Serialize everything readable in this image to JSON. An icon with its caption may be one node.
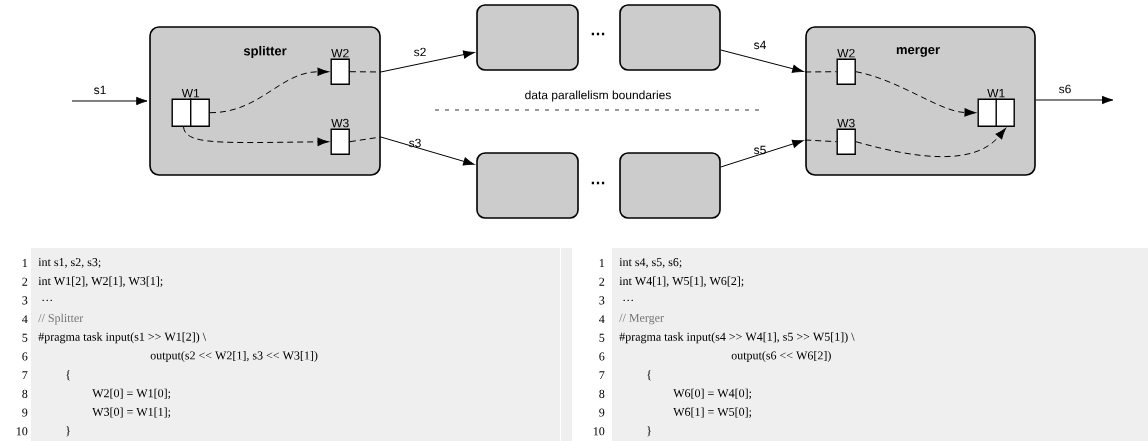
{
  "diagram": {
    "nodes": [
      {
        "text": [
          "splitter"
        ]
      },
      {
        "text": [
          "W1"
        ],
        "in": 0
      },
      {
        "text": [
          "W2"
        ],
        "in": 0
      },
      {
        "text": [
          "W3"
        ],
        "in": 0
      },
      {
        "text": [],
        "shape": "box"
      },
      {
        "text": [],
        "shape": "box"
      },
      {
        "text": [],
        "shape": "box"
      },
      {
        "text": [],
        "shape": "box"
      },
      {
        "text": [
          "merger"
        ]
      },
      {
        "text": [
          "W2"
        ],
        "in": 8
      },
      {
        "text": [
          "W3"
        ],
        "in": 8
      },
      {
        "text": [
          "W1"
        ],
        "in": 8
      }
    ],
    "edges": [
      {
        "from": null,
        "to": 0,
        "arrow": "to",
        "label": "s1"
      },
      {
        "from": 1,
        "to": 2,
        "arrow": "to",
        "style": "dashed"
      },
      {
        "from": 1,
        "to": 3,
        "arrow": "to",
        "style": "dashed"
      },
      {
        "from": 0,
        "to": 4,
        "arrow": "to",
        "label": "s2"
      },
      {
        "from": 0,
        "to": 6,
        "arrow": "to",
        "label": "s3"
      },
      {
        "from": 5,
        "to": 8,
        "arrow": "to",
        "label": "s4"
      },
      {
        "from": 7,
        "to": 8,
        "arrow": "to",
        "label": "s5"
      },
      {
        "from": 9,
        "to": 11,
        "arrow": "to",
        "style": "dashed"
      },
      {
        "from": 10,
        "to": 11,
        "arrow": "to",
        "style": "dashed"
      },
      {
        "from": 8,
        "to": null,
        "arrow": "to",
        "label": "s6"
      },
      {
        "from": 2,
        "to": 0,
        "arrow": "none",
        "style": "dashed"
      },
      {
        "from": 3,
        "to": 0,
        "arrow": "none",
        "style": "dashed"
      },
      {
        "from": 8,
        "to": 9,
        "arrow": "none",
        "style": "dashed"
      },
      {
        "from": 8,
        "to": 10,
        "arrow": "none",
        "style": "dashed"
      }
    ],
    "labels": [
      "…",
      "data parallelism boundaries",
      "…",
      "1",
      "int s1, s2, s3;",
      "2",
      "int W1[2], W2[1], W3[1];",
      "3",
      "…",
      "4",
      "// Splitter",
      "5",
      "#pragma task input(s1 >> W1[2]) \\",
      "6",
      "output(s2 << W2[1], s3 << W3[1])",
      "7",
      "{",
      "8",
      "W2[0] = W1[0];",
      "9",
      "W3[0] = W1[1];",
      "10",
      "}",
      "1",
      "int s4, s5, s6;",
      "2",
      "int W4[1], W5[1], W6[2];",
      "3",
      "…",
      "4",
      "// Merger",
      "5",
      "#pragma task input(s4 >> W4[1], s5 >> W5[1]) \\",
      "6",
      "output(s6 << W6[2])",
      "7",
      "{",
      "8",
      "W6[0] = W4[0];",
      "9",
      "W6[1] = W5[0];",
      "10",
      "}"
    ]
  }
}
